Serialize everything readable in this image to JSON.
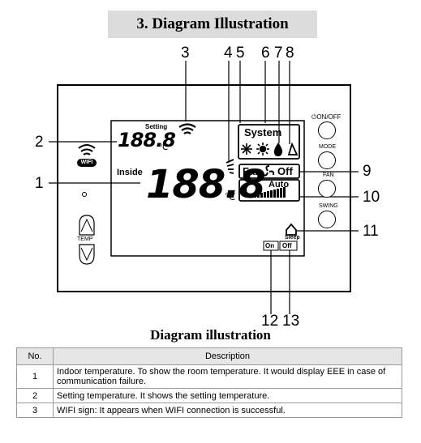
{
  "header": {
    "title": "3. Diagram Illustration"
  },
  "callouts": [
    "1",
    "2",
    "3",
    "4",
    "5",
    "6",
    "7",
    "8",
    "9",
    "10",
    "11",
    "12",
    "13"
  ],
  "device": {
    "setting_label": "Setting",
    "setting_temp": "188.8",
    "setting_unit": "℃",
    "inside_label": "Inside",
    "inside_temp": "188.8",
    "inside_unit": "℃",
    "wifi_badge": "WIFI",
    "temp_label": "TEMP",
    "system_label": "System",
    "fan_label": "Fan",
    "fan_state": "Off",
    "auto_label": "Auto",
    "sleep_label": "Sleep",
    "on_label": "On",
    "off_label": "Off",
    "buttons": {
      "onoff": "ON/OFF",
      "mode": "MODE",
      "fan": "FAN",
      "swing": "SWING"
    }
  },
  "caption": "Diagram illustration",
  "table": {
    "headers": {
      "no": "No.",
      "description": "Description"
    },
    "rows": [
      {
        "no": "1",
        "description": "Indoor temperature. To show the room temperature. It would display EEE in case of communication failure."
      },
      {
        "no": "2",
        "description": "Setting temperature. It shows the setting temperature."
      },
      {
        "no": "3",
        "description": "WIFI sign: It appears when WIFI connection is successful."
      }
    ]
  }
}
